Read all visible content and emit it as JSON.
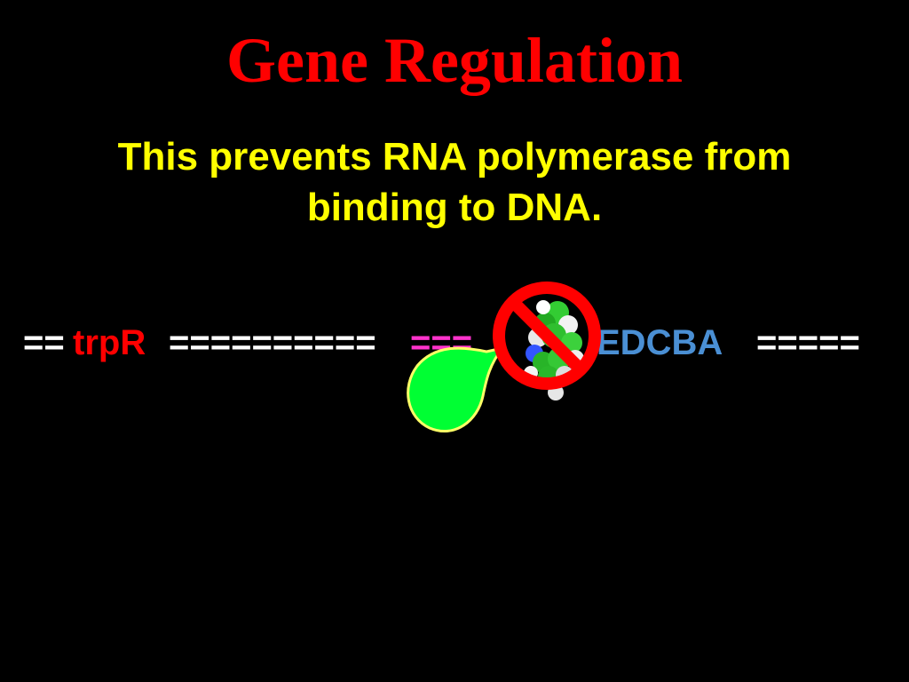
{
  "slide": {
    "title": "Gene Regulation",
    "subtitle": "This prevents RNA polymerase from binding to DNA."
  },
  "gene_line": {
    "left_dna": "==",
    "trpR": "trpR",
    "middle_dna": "==========",
    "operator": "===",
    "trpEDCBA": "EDCBA",
    "right_dna": "====="
  },
  "colors": {
    "background": "#000000",
    "title": "#ff0000",
    "subtitle": "#ffff00",
    "dna": "#ffffff",
    "trpR": "#ff0000",
    "operator": "#ff33cc",
    "trpEDCBA": "#4a8fd4",
    "repressor_fill": "#00ff33",
    "repressor_outline": "#ffff66",
    "prohibition": "#ff0000"
  },
  "icons": {
    "repressor": "green-teardrop-repressor-icon",
    "tryptophan": "tryptophan-molecule-icon",
    "prohibition": "no-entry-prohibition-icon"
  }
}
